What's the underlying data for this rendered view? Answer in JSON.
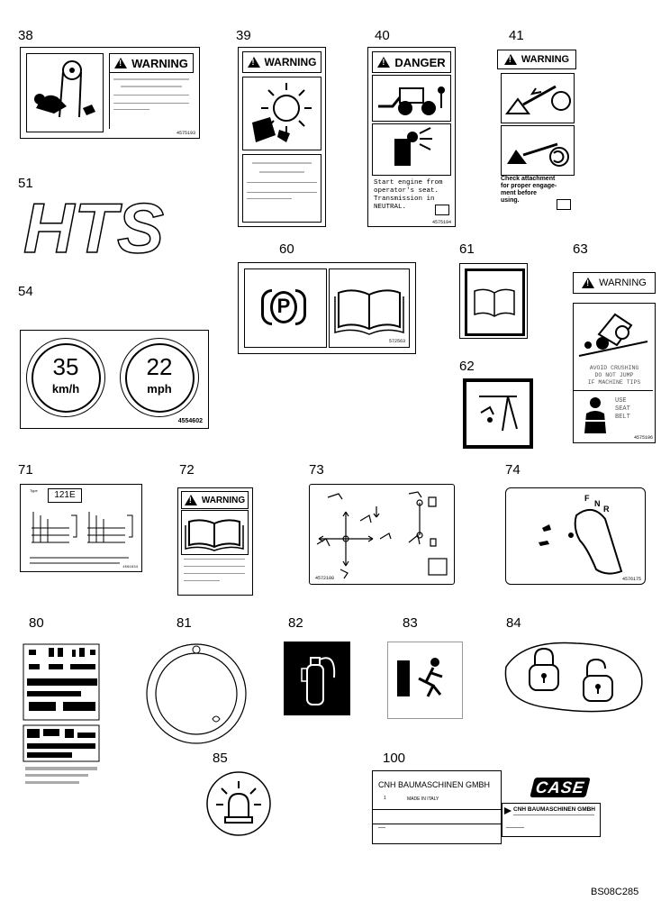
{
  "labels": {
    "n38": "38",
    "n39": "39",
    "n40": "40",
    "n41": "41",
    "n51": "51",
    "n54": "54",
    "n60": "60",
    "n61": "61",
    "n62": "62",
    "n63": "63",
    "n71": "71",
    "n72": "72",
    "n73": "73",
    "n74": "74",
    "n80": "80",
    "n81": "81",
    "n82": "82",
    "n83": "83",
    "n84": "84",
    "n85": "85",
    "n100": "100"
  },
  "decals": {
    "d38": {
      "banner": "WARNING",
      "code": "4575193"
    },
    "d39": {
      "banner": "WARNING"
    },
    "d40": {
      "banner": "DANGER",
      "text_lines": [
        "Start engine from",
        "operator's seat.",
        "Transmission in",
        "NEUTRAL."
      ],
      "code": "4575194"
    },
    "d41": {
      "banner": "WARNING",
      "text_lines": [
        "Check attachment",
        "for proper engage-",
        "ment before",
        "using."
      ]
    },
    "d51": {
      "text": "HTS"
    },
    "d54": {
      "speed_kmh": "35",
      "unit_kmh": "km/h",
      "speed_mph": "22",
      "unit_mph": "mph",
      "code": "4554602"
    },
    "d60": {
      "symbol": "P",
      "code": "572563"
    },
    "d63": {
      "banner": "WARNING",
      "text_lines": [
        "AVOID CRUSHING",
        "DO NOT JUMP",
        "IF MACHINE TIPS"
      ],
      "text_lines_2": [
        "USE",
        "SEAT",
        "BELT"
      ],
      "code": "4575196"
    },
    "d71": {
      "model_prefix": "Type",
      "model": "121E",
      "code": "4561934"
    },
    "d72": {
      "banner": "WARNING"
    },
    "d73": {
      "code": "4572108"
    },
    "d74": {
      "gear_f": "F",
      "gear_n": "N",
      "gear_r": "R",
      "code": "4576175"
    },
    "d100": {
      "company": "CNH BAUMASCHINEN GMBH",
      "made_in": "MADE IN ITALY",
      "brand": "CASE",
      "company_small": "CNH BAUMASCHINEN GMBH",
      "field_no": "1"
    }
  },
  "footer": {
    "code": "BS08C285"
  },
  "colors": {
    "ink": "#000000",
    "paper": "#ffffff",
    "grey": "#9a9a9a"
  }
}
